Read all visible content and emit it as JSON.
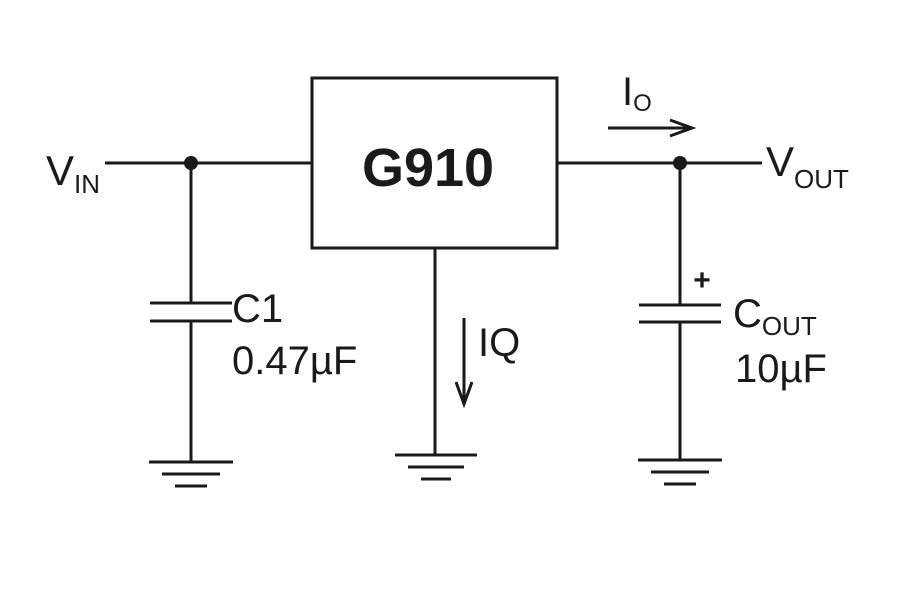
{
  "regulator": {
    "label": "G910"
  },
  "input": {
    "label_main": "V",
    "label_sub": "IN"
  },
  "output": {
    "label_main": "V",
    "label_sub": "OUT"
  },
  "output_current": {
    "label_main": "I",
    "label_sub": "O"
  },
  "quiescent_current": {
    "label": "IQ"
  },
  "c1": {
    "name": "C1",
    "value": "0.47µF"
  },
  "cout": {
    "name_main": "C",
    "name_sub": "OUT",
    "value": "10µF",
    "polarity": "+"
  },
  "colors": {
    "ink": "#1a1a1a",
    "background": "#ffffff"
  }
}
